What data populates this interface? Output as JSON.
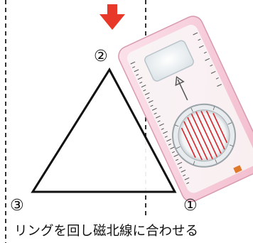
{
  "diagram": {
    "vertex_labels": {
      "first": "①",
      "second": "②",
      "third": "③"
    },
    "caption": "リングを回し磁北線に合わせる",
    "colors": {
      "arrow": "#e8382a",
      "meridian_lines": "#d9242a",
      "baseplate_tint": "#f6c9d6",
      "dashed_lines": "#333333",
      "triangle_stroke": "#111111"
    },
    "icons": {
      "down_arrow": "down-arrow-icon",
      "compass": "compass-icon"
    }
  }
}
